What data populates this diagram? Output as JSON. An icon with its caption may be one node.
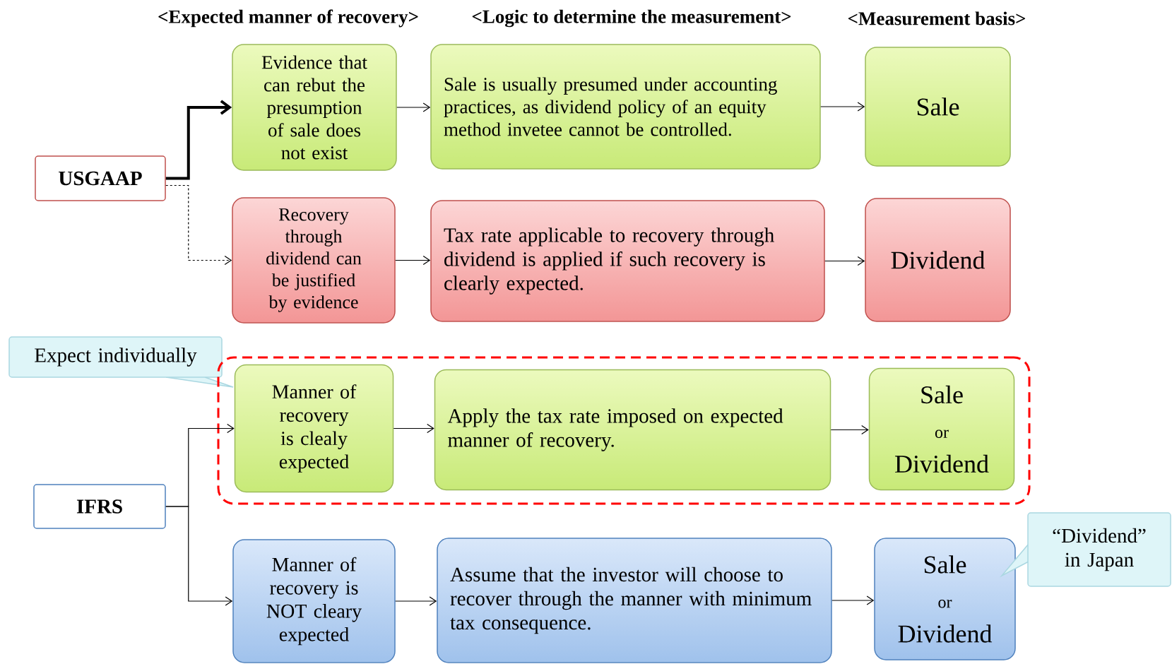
{
  "diagram": {
    "nodes": [
      {
        "text": [
          "USGAAP"
        ]
      },
      {
        "text": [
          "Evidence that can rebut the presumption of sale does not exist"
        ]
      },
      {
        "text": [
          "Sale is usually presumed under accounting practices, as dividend policy of an equity method invetee cannot be controlled."
        ]
      },
      {
        "text": [
          "Sale"
        ]
      },
      {
        "text": [
          "Recovery through dividend can be justified by evidence"
        ]
      },
      {
        "text": [
          "Tax rate applicable to recovery through dividend is applied if such recovery is clearly expected."
        ]
      },
      {
        "text": [
          "Dividend"
        ]
      },
      {
        "text": [
          "Expect individually"
        ]
      },
      {
        "text": [],
        "shape": "box"
      },
      {
        "text": [
          "Manner of recovery is clealy expected"
        ],
        "in": 8
      },
      {
        "text": [
          "Apply the tax rate imposed on expected manner of recovery."
        ],
        "in": 8
      },
      {
        "text": [
          "Sale",
          "or",
          "Dividend"
        ],
        "in": 8
      },
      {
        "text": [
          "IFRS"
        ]
      },
      {
        "text": [
          "Manner of recovery is NOT cleary expected"
        ]
      },
      {
        "text": [
          "Assume that the investor will choose to recover through the manner with minimum tax consequence."
        ]
      },
      {
        "text": [
          "Sale",
          "or",
          "Dividend"
        ]
      },
      {
        "text": [
          "“Dividend” in Japan"
        ]
      }
    ],
    "edges": [
      {
        "from": 0,
        "to": 1,
        "arrow": "to",
        "style": "thick"
      },
      {
        "from": 0,
        "to": 4,
        "arrow": "to",
        "style": "dashed"
      },
      {
        "from": 1,
        "to": 2,
        "arrow": "to"
      },
      {
        "from": 2,
        "to": 3,
        "arrow": "to"
      },
      {
        "from": 4,
        "to": 5,
        "arrow": "to"
      },
      {
        "from": 5,
        "to": 6,
        "arrow": "to"
      },
      {
        "from": 12,
        "to": 9,
        "arrow": "to"
      },
      {
        "from": 12,
        "to": 13,
        "arrow": "to"
      },
      {
        "from": 9,
        "to": 10,
        "arrow": "to"
      },
      {
        "from": 10,
        "to": 11,
        "arrow": "to"
      },
      {
        "from": 13,
        "to": 14,
        "arrow": "to"
      },
      {
        "from": 14,
        "to": 15,
        "arrow": "to"
      }
    ],
    "labels": [
      "<Expected manner of recovery>",
      "<Logic to determine the measurement>",
      "<Measurement basis>"
    ]
  }
}
